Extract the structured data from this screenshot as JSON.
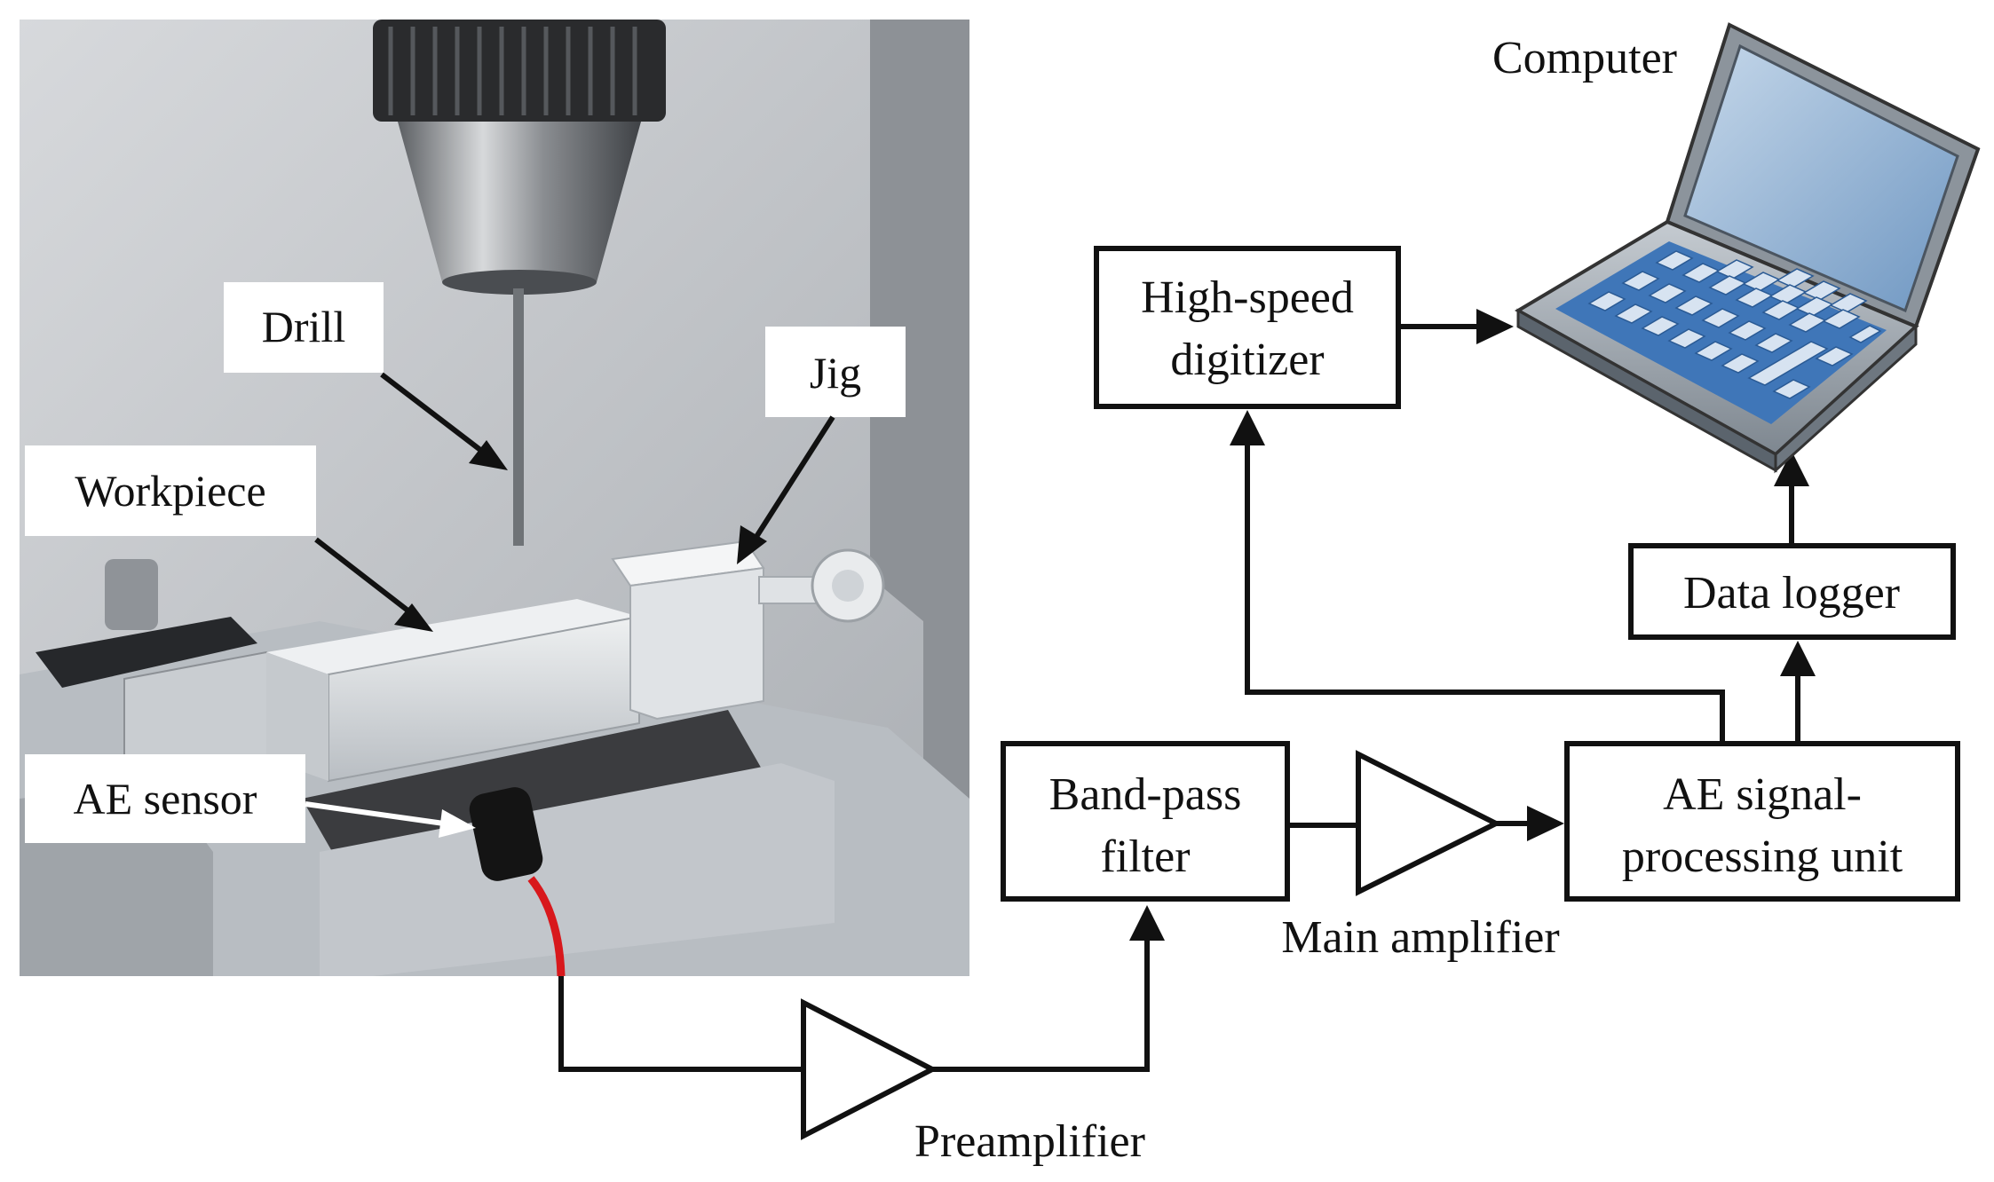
{
  "photo_labels": {
    "drill": "Drill",
    "jig": "Jig",
    "workpiece": "Workpiece",
    "ae_sensor": "AE sensor"
  },
  "blocks": {
    "computer": "Computer",
    "digitizer_line1": "High-speed",
    "digitizer_line2": "digitizer",
    "data_logger": "Data logger",
    "bandpass_line1": "Band-pass",
    "bandpass_line2": "filter",
    "ae_unit_line1": "AE signal-",
    "ae_unit_line2": "processing unit",
    "main_amplifier": "Main amplifier",
    "preamplifier": "Preamplifier"
  },
  "colors": {
    "sensor_cable": "#d8181c",
    "laptop_body": "#9aa3ad",
    "laptop_screen": "#7fa6cf",
    "laptop_keys": "#3f76b8",
    "workpiece": "#d9dde0",
    "background_photo": "#c9ccd0"
  }
}
